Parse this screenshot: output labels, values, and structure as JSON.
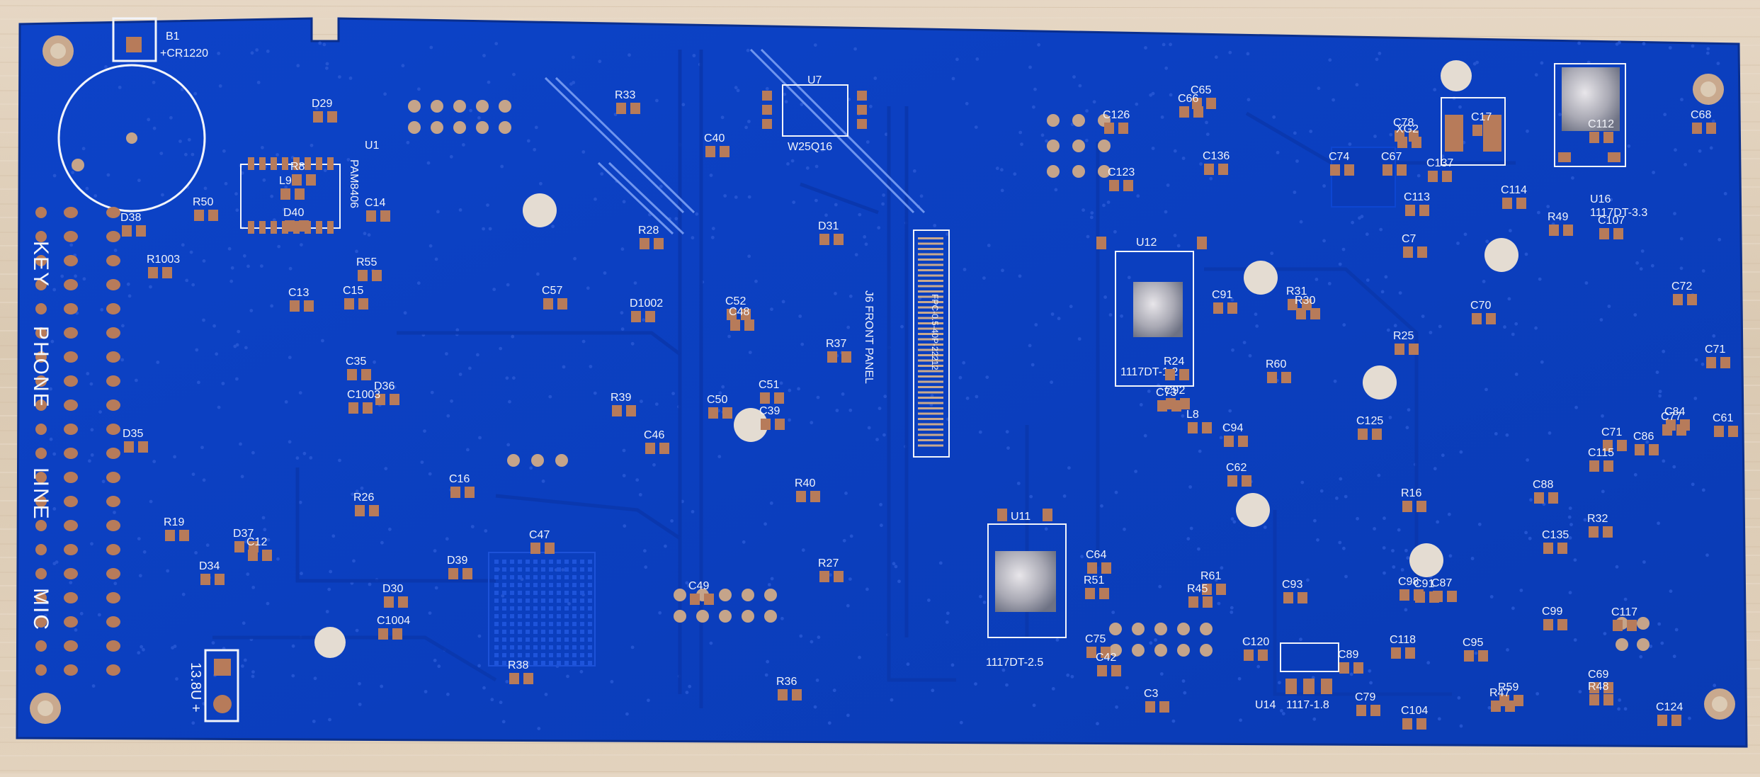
{
  "board": {
    "colors": {
      "mask": "#0b3fc1",
      "mask_dark": "#0a36a6",
      "silk": "#f2f4fa",
      "pad": "#b77b5a",
      "copper": "#c5a48a",
      "wood": "#dccbb5"
    },
    "side_labels": [
      "KEY",
      "PHONE",
      "LINE",
      "MIC"
    ],
    "power_label": "13.8U +",
    "connector_label": "J6  FRONT PANEL",
    "connector_sub": "FPC-0.5-40P-22212",
    "regulators": [
      "1117DT-1.2",
      "1117DT-2.5",
      "1117DT-3.3",
      "1117-1.8"
    ],
    "chips": [
      "U1",
      "PAM8406",
      "U7",
      "W25Q16",
      "U11",
      "U12",
      "U14",
      "U16"
    ],
    "battery": [
      "B1",
      "+CR1220"
    ],
    "refs_left": [
      "C16",
      "C15",
      "C13",
      "D30",
      "R26",
      "R50",
      "D29",
      "R19",
      "R8",
      "R55",
      "C12",
      "C35",
      "L9",
      "C14",
      "D35",
      "D34",
      "D40",
      "D39",
      "D37",
      "D38",
      "D36",
      "R1003",
      "C1003",
      "C1004"
    ],
    "refs_mid": [
      "R40",
      "C39",
      "R39",
      "D31",
      "C50",
      "C51",
      "C52",
      "C49",
      "R28",
      "D1002",
      "R27",
      "C40",
      "C46",
      "C47",
      "C48",
      "C57",
      "R33",
      "R37",
      "R36",
      "R38"
    ],
    "refs_right": [
      "C115",
      "C117",
      "C118",
      "C113",
      "C7",
      "C123",
      "C125",
      "L8",
      "C126",
      "C124",
      "C66",
      "C69",
      "C120",
      "C112",
      "C114",
      "C71",
      "C79",
      "C68",
      "C72",
      "C74",
      "C42",
      "C84",
      "R51",
      "C136",
      "C73",
      "C70",
      "R48",
      "C86",
      "C137",
      "R45",
      "XG2",
      "R24",
      "R47",
      "R30",
      "C88",
      "C87",
      "C135",
      "C17",
      "C62",
      "C61",
      "C65",
      "C64",
      "C67",
      "C99",
      "C94",
      "C98",
      "C95",
      "C91",
      "C89",
      "C92",
      "R60",
      "C91",
      "R59",
      "C107",
      "R61",
      "R16",
      "C3",
      "R49",
      "C75",
      "C78",
      "R25",
      "C104",
      "C93",
      "R32",
      "R31",
      "C77",
      "C71"
    ]
  }
}
